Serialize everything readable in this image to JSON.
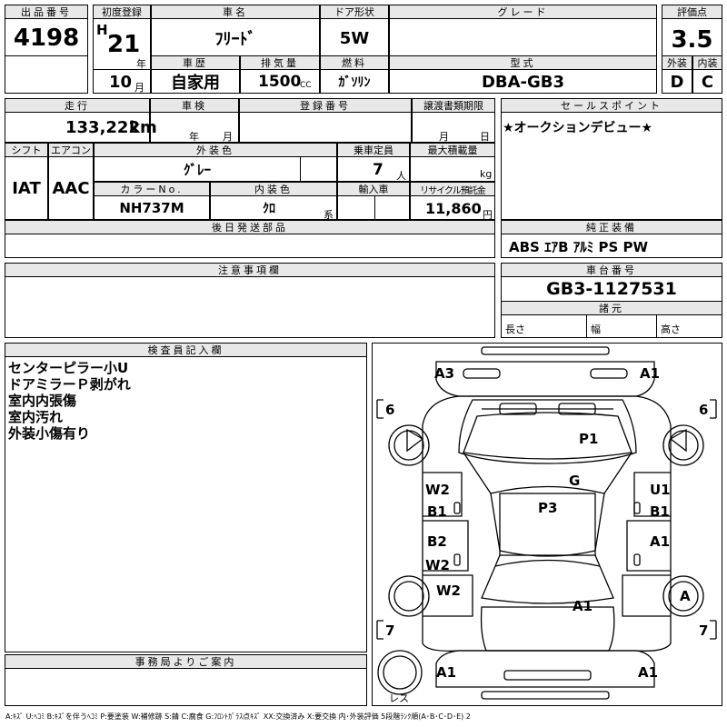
{
  "header": {
    "lot_no_label": "出品番号",
    "lot_no": "4198",
    "first_reg_label": "初度登録",
    "era": "H",
    "year": "21",
    "year_unit": "年",
    "month": "10",
    "month_unit": "月",
    "car_name_label": "車名",
    "car_name": "ﾌﾘｰﾄﾞ",
    "door_label": "ドア形状",
    "door": "5W",
    "grade_label": "グレード",
    "grade": "",
    "score_label": "評価点",
    "score": "3.5",
    "history_label": "車歴",
    "history": "自家用",
    "displacement_label": "排気量",
    "displacement": "1500",
    "displacement_unit": "CC",
    "fuel_label": "燃料",
    "fuel": "ｶﾞｿﾘﾝ",
    "model_label": "型式",
    "model": "DBA-GB3",
    "ext_grade_label": "外装",
    "ext_grade": "D",
    "int_grade_label": "内装",
    "int_grade": "C"
  },
  "row2": {
    "mileage_label": "走行",
    "mileage": "133,222",
    "mileage_unit": "km",
    "inspection_label": "車検",
    "year_unit": "年",
    "month_unit": "月",
    "reg_no_label": "登録番号",
    "transfer_label": "譲渡書類期限",
    "day_unit": "日",
    "shift_label": "シフト",
    "shift": "IAT",
    "ac_label": "エアコン",
    "ac": "AAC",
    "ext_color_label": "外装色",
    "ext_color": "ｸﾞﾚｰ",
    "capacity_label": "乗車定員",
    "capacity": "7",
    "capacity_unit": "人",
    "max_load_label": "最大積載量",
    "max_load_unit": "kg",
    "color_no_label": "カラーNo.",
    "color_no": "NH737M",
    "int_color_label": "内装色",
    "int_color": "ｸﾛ",
    "int_color_unit": "系",
    "import_label": "輸入車",
    "recycle_label": "リサイクル預託金",
    "recycle": "11,860",
    "recycle_unit": "円",
    "later_label": "後日発送部品"
  },
  "sales_point": {
    "label": "セールスポイント",
    "text": "★オークションデビュー★"
  },
  "equipment": {
    "label": "純正装備",
    "text": "ABS ｴｱB ｱﾙﾐ PS PW"
  },
  "notes": {
    "label": "注意事項欄"
  },
  "chassis": {
    "label": "車台番号",
    "value": "GB3-1127531"
  },
  "dims": {
    "label": "諸元",
    "length": "長さ",
    "width": "幅",
    "height": "高さ"
  },
  "inspector": {
    "label": "検査員記入欄",
    "lines": [
      "センターピラー小U",
      "ドアミラーＰ剥がれ",
      "室内内張傷",
      "室内汚れ",
      "外装小傷有り"
    ]
  },
  "office": {
    "label": "事務局よりご案内"
  },
  "diagram": {
    "marks": [
      "A3",
      "A1",
      "P1",
      "G",
      "P3",
      "W2",
      "B1",
      "U1",
      "B1",
      "B2",
      "A1",
      "W2",
      "W2",
      "A1",
      "A",
      "A1",
      "A1"
    ],
    "side_marks": [
      "6",
      "6",
      "7",
      "7"
    ],
    "spare_label": "レス"
  },
  "legend": "A:ｷｽﾞ U:ﾍｺﾐ B:ｷｽﾞを伴うﾍｺﾐ P:要塗装 W:補修跡 S:錆 C:腐食 G:ﾌﾛﾝﾄｶﾞﾗｽ点ｷｽﾞ XX:交換済み X:要交換 内･外装評価 5段階ﾗﾝｸ順(A･B･C･D･E) 2"
}
